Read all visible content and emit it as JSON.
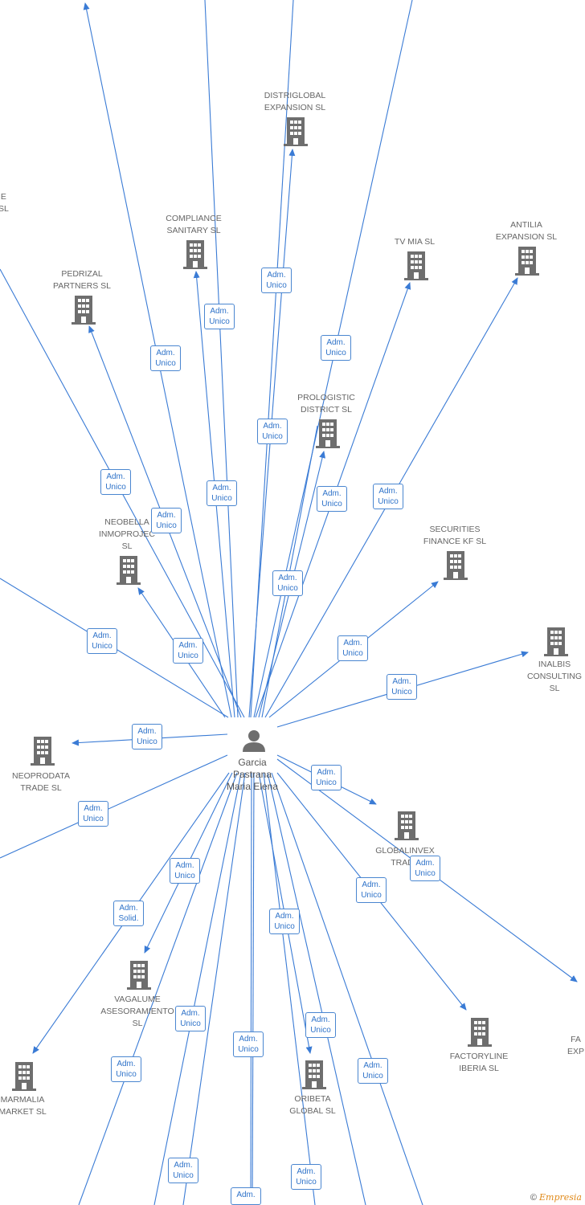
{
  "person": {
    "name_lines": [
      "Garcia",
      "Pastrana",
      "Maria Elena"
    ]
  },
  "colors": {
    "edge": "#3a7bd5",
    "icon": "#6e6e6e",
    "text": "#666666",
    "badge_text": "#2f73c9"
  },
  "companies": [
    {
      "id": "distriglobal",
      "lines": [
        "DISTRIGLOBAL",
        "EXPANSION  SL"
      ]
    },
    {
      "id": "compliance",
      "lines": [
        "COMPLIANCE",
        "SANITARY  SL"
      ]
    },
    {
      "id": "pedrizal",
      "lines": [
        "PEDRIZAL",
        "PARTNERS  SL"
      ]
    },
    {
      "id": "tvmia",
      "lines": [
        "TV MIA  SL"
      ]
    },
    {
      "id": "antilia",
      "lines": [
        "ANTILIA",
        "EXPANSION  SL"
      ]
    },
    {
      "id": "prologistic",
      "lines": [
        "PROLOGISTIC",
        "DISTRICT  SL"
      ]
    },
    {
      "id": "neobella",
      "lines": [
        "NEOBELLA",
        "INMOPROJEC",
        "SL"
      ]
    },
    {
      "id": "securities",
      "lines": [
        "SECURITIES",
        "FINANCE KF  SL"
      ]
    },
    {
      "id": "inalbis",
      "lines": [
        "INALBIS",
        "CONSULTING",
        "SL"
      ]
    },
    {
      "id": "neoprodata",
      "lines": [
        "NEOPRODATA",
        "TRADE  SL"
      ]
    },
    {
      "id": "globalinvex",
      "lines": [
        "GLOBALINVEX",
        "TRADE"
      ]
    },
    {
      "id": "vagalume",
      "lines": [
        "VAGALUME",
        "ASESORAMIENTO",
        "SL"
      ]
    },
    {
      "id": "factoryline",
      "lines": [
        "FACTORYLINE",
        "IBERIA  SL"
      ]
    },
    {
      "id": "marmalia",
      "lines": [
        "MARMALIA",
        "MARKET  SL"
      ]
    },
    {
      "id": "oribeta",
      "lines": [
        "ORIBETA",
        "GLOBAL  SL"
      ]
    },
    {
      "id": "leftpartial",
      "lines": [
        "E",
        "SL"
      ]
    },
    {
      "id": "rightpartial",
      "lines": [
        "FA",
        "EXP"
      ]
    }
  ],
  "badges": [
    {
      "lines": [
        "Adm.",
        "Unico"
      ]
    },
    {
      "lines": [
        "Adm.",
        "Unico"
      ]
    },
    {
      "lines": [
        "Adm.",
        "Unico"
      ]
    },
    {
      "lines": [
        "Adm.",
        "Unico"
      ]
    },
    {
      "lines": [
        "Adm.",
        "Unico"
      ]
    },
    {
      "lines": [
        "Adm.",
        "Unico"
      ]
    },
    {
      "lines": [
        "Adm.",
        "Unico"
      ]
    },
    {
      "lines": [
        "Adm.",
        "Unico"
      ]
    },
    {
      "lines": [
        "Adm.",
        "Unico"
      ]
    },
    {
      "lines": [
        "Adm.",
        "Unico"
      ]
    },
    {
      "lines": [
        "Adm.",
        "Unico"
      ]
    },
    {
      "lines": [
        "Adm.",
        "Unico"
      ]
    },
    {
      "lines": [
        "Adm.",
        "Unico"
      ]
    },
    {
      "lines": [
        "Adm.",
        "Unico"
      ]
    },
    {
      "lines": [
        "Adm.",
        "Unico"
      ]
    },
    {
      "lines": [
        "Adm.",
        "Unico"
      ]
    },
    {
      "lines": [
        "Adm.",
        "Unico"
      ]
    },
    {
      "lines": [
        "Adm.",
        "Unico"
      ]
    },
    {
      "lines": [
        "Adm.",
        "Unico"
      ]
    },
    {
      "lines": [
        "Adm.",
        "Solid."
      ]
    },
    {
      "lines": [
        "Adm.",
        "Unico"
      ]
    },
    {
      "lines": [
        "Adm.",
        "Unico"
      ]
    },
    {
      "lines": [
        "Adm.",
        "Unico"
      ]
    },
    {
      "lines": [
        "Adm.",
        "Unico"
      ]
    },
    {
      "lines": [
        "Adm.",
        "Unico"
      ]
    },
    {
      "lines": [
        "Adm.",
        "Unico"
      ]
    },
    {
      "lines": [
        "Adm.",
        "Unico"
      ]
    },
    {
      "lines": [
        "Adm.",
        "Unico"
      ]
    },
    {
      "lines": [
        "Adm.",
        "Unico"
      ]
    },
    {
      "lines": [
        "Adm.",
        "Unico"
      ]
    },
    {
      "lines": [
        "Adm."
      ]
    }
  ],
  "footer": {
    "copyright": "©",
    "brand": "Empresia"
  }
}
